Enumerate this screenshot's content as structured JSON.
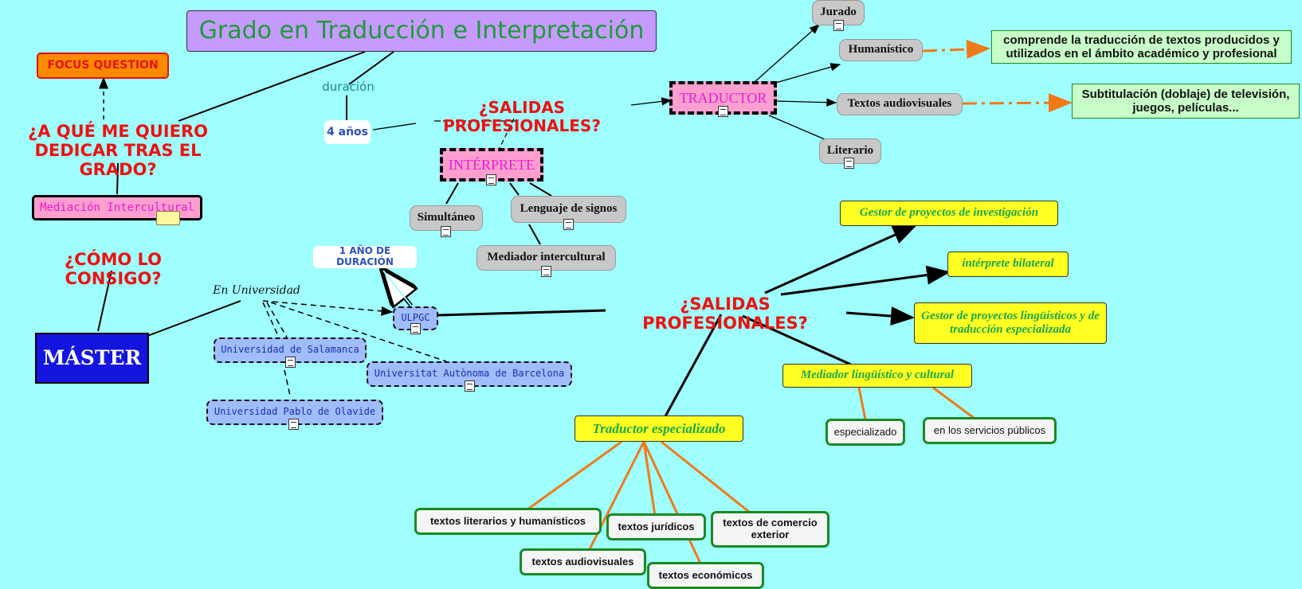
{
  "title": "Grado en Traducción e Interpretación",
  "focus_question": "FOCUS QUESTION",
  "questions": {
    "dedicar": "¿A QUÉ ME QUIERO DEDICAR TRAS EL GRADO?",
    "consigo": "¿CÓMO LO CONSIGO?",
    "salidas_top": "¿SALIDAS PROFESIONALES?",
    "salidas_main": "¿SALIDAS PROFESIONALES?"
  },
  "duracion": {
    "label": "duración",
    "value": "4 años"
  },
  "grado_branch": {
    "traductor": "TRADUCTOR",
    "traductor_children": [
      "Jurado",
      "Humanístico",
      "Textos audiovisuales",
      "Literario"
    ],
    "humanistico_note": "comprende la traducción de textos producidos y utilizados en el ámbito académico y profesional",
    "audiovisual_note": "Subtitulación (doblaje) de televisión, juegos, películas...",
    "interprete": "INTÉRPRETE",
    "interprete_children": [
      "Simultáneo",
      "Lenguaje de signos",
      "Mediador intercultural"
    ]
  },
  "mediacion": "Mediación Intercultural",
  "master": "MÁSTER",
  "en_universidad": "En Universidad",
  "anio_duracion": "1 AÑO DE DURACIÓN",
  "universities": {
    "ulpgc": "ULPGC",
    "salamanca": "Universidad de Salamanca",
    "barcelona": "Universitat Autònoma de Barcelona",
    "olavide": "Universidad Pablo de Olavide"
  },
  "master_outcomes": {
    "gestor_investigacion": "Gestor de proyectos de investigación",
    "interprete_bilateral": "intérprete bilateral",
    "gestor_linguisticos": "Gestor de proyectos lingüísticos y de traducción especializada",
    "mediador": "Mediador lingüístico y cultural",
    "mediador_children": [
      "especializado",
      "en los servicios públicos"
    ],
    "traductor_especializado": "Traductor especializado",
    "traductor_children": [
      "textos literarios y humanísticos",
      "textos audiovisuales",
      "textos jurídicos",
      "textos económicos",
      "textos de comercio exterior"
    ]
  },
  "colors": {
    "background": "#9ffefe",
    "title_box": "#c69bff",
    "question_red": "#ee1111",
    "master_blue": "#1515e0",
    "orange_link": "#f07a1a"
  }
}
